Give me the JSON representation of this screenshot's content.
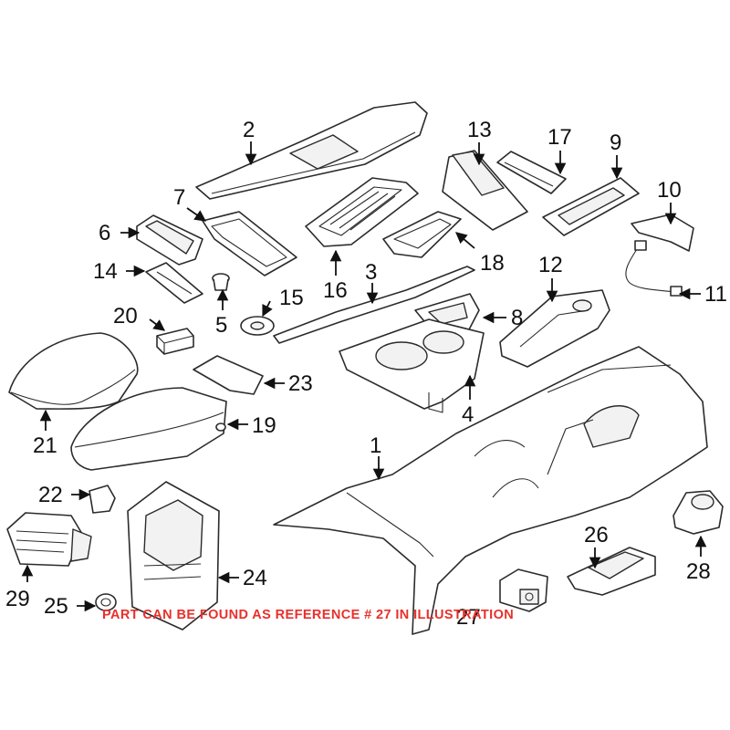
{
  "diagram": {
    "callouts": [
      "1",
      "2",
      "3",
      "4",
      "5",
      "6",
      "7",
      "8",
      "9",
      "10",
      "11",
      "12",
      "13",
      "14",
      "15",
      "16",
      "17",
      "18",
      "19",
      "20",
      "21",
      "22",
      "23",
      "24",
      "25",
      "26",
      "27",
      "28",
      "29"
    ],
    "note": "PART CAN BE FOUND AS REFERENCE # 27 IN ILLUSTRATION",
    "colors": {
      "line": "#2b2b2b",
      "note": "#e8302b",
      "background": "#ffffff"
    }
  }
}
